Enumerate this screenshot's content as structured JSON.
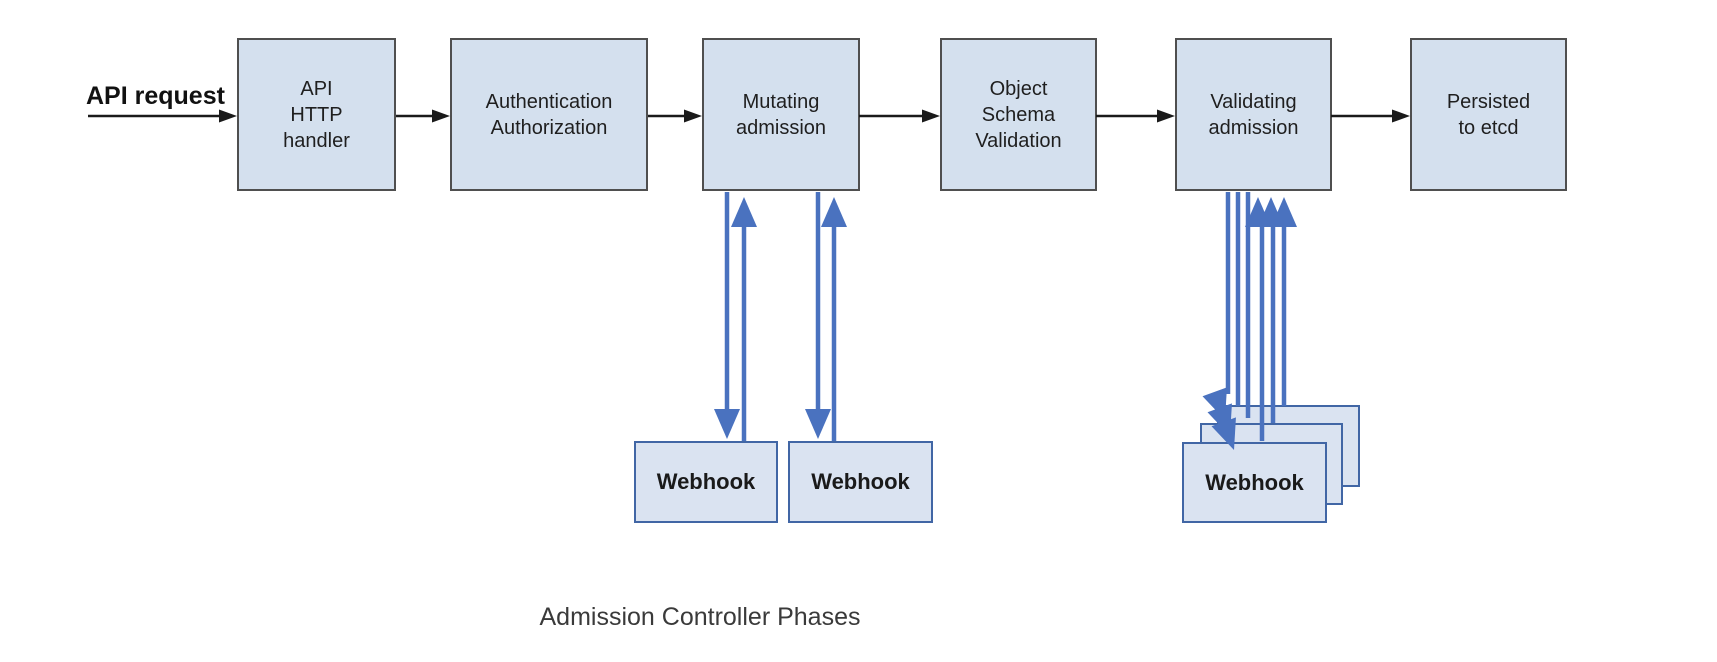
{
  "diagram": {
    "caption": "Admission Controller Phases",
    "request_label": "API request",
    "phases": [
      {
        "id": "api-http-handler",
        "label": "API\nHTTP\nhandler"
      },
      {
        "id": "authentication-authorization",
        "label": "Authentication\nAuthorization"
      },
      {
        "id": "mutating-admission",
        "label": "Mutating\nadmission"
      },
      {
        "id": "object-schema-validation",
        "label": "Object\nSchema\nValidation"
      },
      {
        "id": "validating-admission",
        "label": "Validating\nadmission"
      },
      {
        "id": "persisted-to-etcd",
        "label": "Persisted\nto etcd"
      }
    ],
    "mutating_webhooks": [
      {
        "label": "Webhook"
      },
      {
        "label": "Webhook"
      }
    ],
    "validating_webhooks": [
      {
        "label": "Webhook"
      },
      {
        "label": "Webhook"
      },
      {
        "label": "Webhook"
      }
    ],
    "colors": {
      "phase_fill": "#d4e0ee",
      "phase_border": "#4f4f4f",
      "webhook_fill": "#dae3f1",
      "webhook_border": "#4166a5",
      "flow_arrow": "#1a1a1a",
      "webhook_arrow": "#4a72bf"
    }
  }
}
